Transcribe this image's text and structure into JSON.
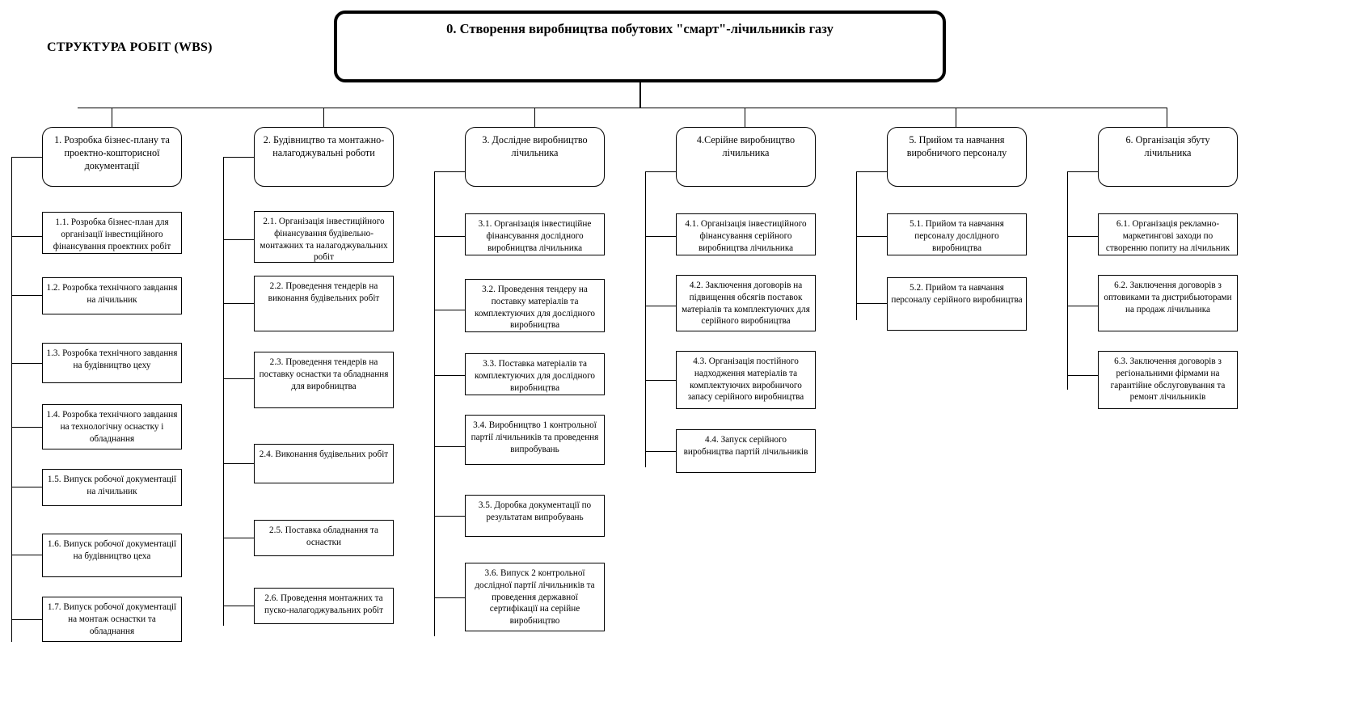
{
  "diagram": {
    "title": "СТРУКТУРА РОБІТ (WBS)",
    "type": "work-breakdown-structure",
    "root": {
      "id": "0",
      "label": "0. Створення виробництва побутових \"смарт\"-лічильників газу"
    },
    "columns": [
      {
        "id": "1",
        "header": "1.  Розробка бізнес-плану та проектно-кошторисної документації",
        "items": [
          {
            "id": "1.1",
            "label": "1.1. Розробка бізнес-план для організації інвестиційного фінансування проектних робіт"
          },
          {
            "id": "1.2",
            "label": "1.2. Розробка технічного завдання на лічильник"
          },
          {
            "id": "1.3",
            "label": "1.3. Розробка технічного завдання на будівництво цеху"
          },
          {
            "id": "1.4",
            "label": "1.4. Розробка технічного завдання на технологічну оснастку і обладнання"
          },
          {
            "id": "1.5",
            "label": "1.5. Випуск робочої документації на лічильник"
          },
          {
            "id": "1.6",
            "label": "1.6. Випуск робочої документації на  будівництво цеха"
          },
          {
            "id": "1.7",
            "label": "1.7. Випуск робочої документації на монтаж оснастки та обладнання"
          }
        ]
      },
      {
        "id": "2",
        "header": "2.  Будівництво та монтажно-налагоджувальні роботи",
        "items": [
          {
            "id": "2.1",
            "label": "2.1. Організація інвестиційного фінансування будівельно-монтажних та налагоджувальних робіт"
          },
          {
            "id": "2.2",
            "label": "2.2. Проведення тендерів на виконання будівельних робіт"
          },
          {
            "id": "2.3",
            "label": "2.3. Проведення тендерів на поставку оснастки та обладнання для виробництва"
          },
          {
            "id": "2.4",
            "label": "2.4. Виконання будівельних робіт"
          },
          {
            "id": "2.5",
            "label": "2.5. Поставка обладнання та оснастки"
          },
          {
            "id": "2.6",
            "label": "2.6. Проведення монтажних та пуско-налагоджувальних робіт"
          }
        ]
      },
      {
        "id": "3",
        "header": "3. Дослідне виробництво лічильника",
        "items": [
          {
            "id": "3.1",
            "label": "3.1. Організація інвестиційне фінансування дослідного виробництва  лічильника"
          },
          {
            "id": "3.2",
            "label": "3.2. Проведення тендеру на поставку матеріалів та комплектуючих для дослідного виробництва"
          },
          {
            "id": "3.3",
            "label": "3.3. Поставка матеріалів та комплектуючих для дослідного виробництва"
          },
          {
            "id": "3.4",
            "label": "3.4. Виробництво 1 контрольної партії лічильників та проведення випробувань"
          },
          {
            "id": "3.5",
            "label": "3.5. Доробка документації по результатам випробувань"
          },
          {
            "id": "3.6",
            "label": "3.6. Випуск 2 контрольної дослідної партії лічильників та проведення державної сертифікації на серійне виробництво"
          }
        ]
      },
      {
        "id": "4",
        "header": "4.Серійне виробництво лічильника",
        "items": [
          {
            "id": "4.1",
            "label": "4.1. Організація інвестиційного фінансування серійного виробництва лічильника"
          },
          {
            "id": "4.2",
            "label": "4.2. Заключення договорів на підвищення обсягів поставок матеріалів та комплектуючих для серійного виробництва"
          },
          {
            "id": "4.3",
            "label": "4.3. Організація постійного надходження матеріалів та комплектуючих виробничого запасу серійного виробництва"
          },
          {
            "id": "4.4",
            "label": "4.4. Запуск серійного виробництва партій лічильників"
          }
        ]
      },
      {
        "id": "5",
        "header": "5.  Прийом та навчання виробничого персоналу",
        "items": [
          {
            "id": "5.1",
            "label": "5.1. Прийом та навчання персоналу дослідного виробництва"
          },
          {
            "id": "5.2",
            "label": "5.2. Прийом та навчання персоналу серійного виробництва"
          }
        ]
      },
      {
        "id": "6",
        "header": "6.  Організація збуту лічильника",
        "items": [
          {
            "id": "6.1",
            "label": "6.1. Організація рекламно-маркетингові заходи по створенню попиту на лічильник"
          },
          {
            "id": "6.2",
            "label": "6.2. Заключення договорів з оптовиками та дистрибьюторами на продаж лічильника"
          },
          {
            "id": "6.3",
            "label": "6.3. Заключення договорів з регіональними фірмами на гарантійне обслуговування та ремонт лічильників"
          }
        ]
      }
    ]
  }
}
